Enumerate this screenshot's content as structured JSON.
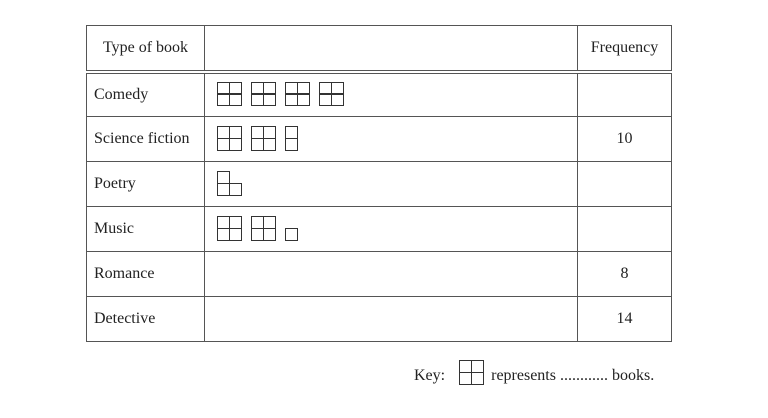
{
  "table": {
    "headers": [
      "Type of book",
      "",
      "Frequency"
    ],
    "rows": [
      {
        "type": "Comedy",
        "symbols": [
          [
            "tl",
            "tr",
            "bl",
            "br"
          ],
          [
            "tl",
            "tr",
            "bl",
            "br"
          ],
          [
            "tl",
            "tr",
            "bl",
            "br"
          ],
          [
            "tl",
            "tr",
            "bl",
            "br"
          ]
        ],
        "frequency": ""
      },
      {
        "type": "Science fiction",
        "symbols": [
          [
            "tl",
            "tr",
            "bl",
            "br"
          ],
          [
            "tl",
            "tr",
            "bl",
            "br"
          ],
          [
            "tl",
            "bl"
          ]
        ],
        "frequency": "10"
      },
      {
        "type": "Poetry",
        "symbols": [
          [
            "tl",
            "bl",
            "br"
          ]
        ],
        "frequency": ""
      },
      {
        "type": "Music",
        "symbols": [
          [
            "tl",
            "tr",
            "bl",
            "br"
          ],
          [
            "tl",
            "tr",
            "bl",
            "br"
          ],
          [
            "bl"
          ]
        ],
        "frequency": ""
      },
      {
        "type": "Romance",
        "symbols": [],
        "frequency": "8"
      },
      {
        "type": "Detective",
        "symbols": [],
        "frequency": "14"
      }
    ]
  },
  "key": {
    "label": "Key:",
    "symbol": [
      "tl",
      "tr",
      "bl",
      "br"
    ],
    "text": "represents ............ books."
  }
}
